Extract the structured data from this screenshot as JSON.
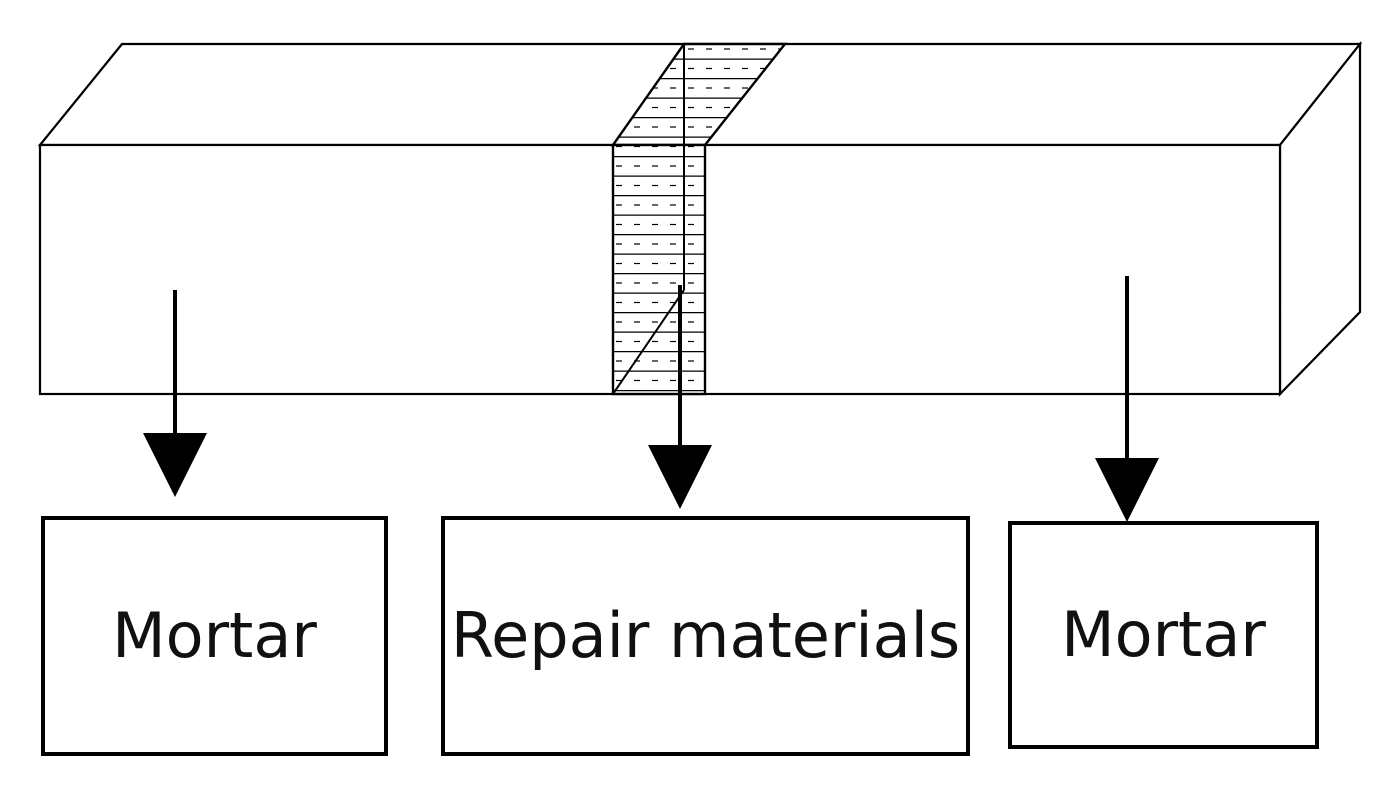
{
  "labels": {
    "left": "Mortar",
    "middle": "Repair materials",
    "right": "Mortar"
  },
  "colors": {
    "stroke": "#000000",
    "background": "#ffffff"
  }
}
